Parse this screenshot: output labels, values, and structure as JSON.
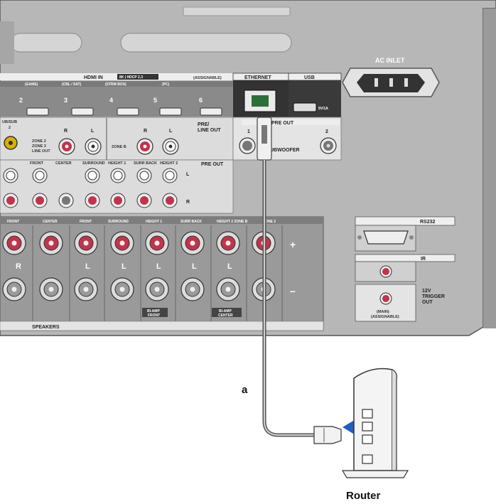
{
  "panel": {
    "hdmi_in": "HDMI IN",
    "hdmi_badge": "8K | HDCP 2.3",
    "hdmi_assignable": "(ASSIGNABLE)",
    "hdmi_inputs": [
      {
        "name": "(GAME)",
        "num": "2"
      },
      {
        "name": "(CBL / SAT)",
        "num": "3"
      },
      {
        "name": "(STRM BOX)",
        "num": "4"
      },
      {
        "name": "(PC)",
        "num": "5"
      },
      {
        "name": "",
        "num": "6"
      }
    ],
    "ethernet": "ETHERNET",
    "usb": "USB",
    "usb_power": "5V/1A",
    "ac_inlet": "AC INLET",
    "pre_line_out_1": "PRE/",
    "pre_line_out_2": "LINE OUT",
    "zone2_1": "ZONE 2",
    "zone2_2": "ZONE 3",
    "zone2_3": "LINE OUT",
    "zone_b": "ZONE B",
    "r": "R",
    "l": "L",
    "sub_pre_out": "PRE OUT",
    "subwoofer": "UBWOOFER",
    "sub_nums": [
      "1",
      "2"
    ],
    "left_jack_1": "UB/SUB",
    "left_jack_2": "2",
    "pre_out": "PRE OUT",
    "pre_out_channels": [
      "FRONT",
      "CENTER",
      "SURROUND",
      "HEIGHT 1",
      "SURR BACK",
      "HEIGHT 2"
    ],
    "pre_out_l": "L",
    "pre_out_r": "R",
    "speaker_channels": [
      "FRONT",
      "CENTER",
      "FRONT",
      "SURROUND",
      "HEIGHT 1",
      "SURR BACK",
      "HEIGHT 2\nZONE B",
      "ZONE 2"
    ],
    "speaker_side_letters": [
      "R",
      "",
      "L",
      "L",
      "L",
      "L",
      "L"
    ],
    "speakers": "SPEAKERS",
    "bi_amp_1_a": "BI-AMP",
    "bi_amp_1_b": "FRONT",
    "bi_amp_2_a": "BI-AMP",
    "bi_amp_2_b": "CENTER",
    "plus": "+",
    "minus": "–",
    "rs232": "RS232",
    "ir": "IR",
    "trigger_1": "12V",
    "trigger_2": "TRIGGER",
    "trigger_3": "OUT",
    "trigger_sub_1": "(MAIN)",
    "trigger_sub_2": "(ASSIGNABLE)"
  },
  "callout": "a",
  "router_label": "Router",
  "colors": {
    "panel": "#b7b7b7",
    "panel_dark": "#8e8e8e",
    "label_box": "#eeeeee",
    "jack_red": "#c0344c",
    "cable": "#5a5a5a",
    "arrow": "#1f5fbf"
  }
}
